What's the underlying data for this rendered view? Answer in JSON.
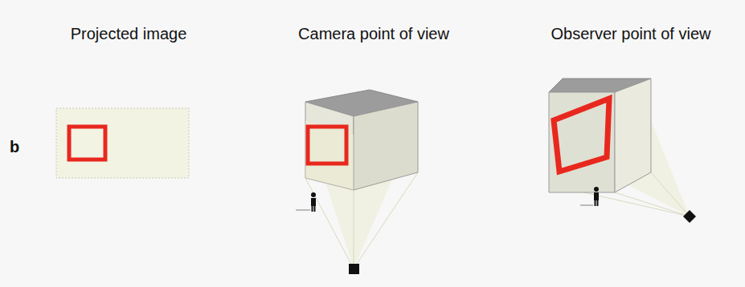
{
  "diagram": {
    "labels": [
      "b",
      "Projected image",
      "Camera point of view",
      "Observer point of view"
    ]
  }
}
